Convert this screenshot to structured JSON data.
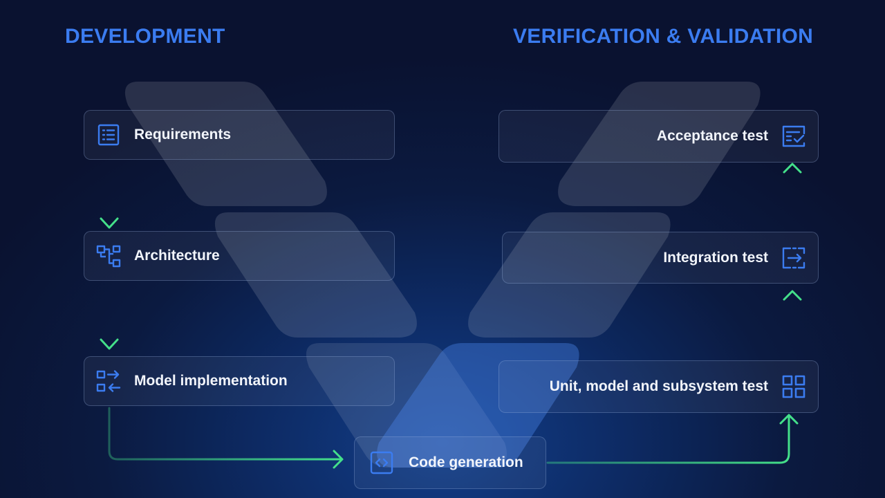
{
  "headings": {
    "development": "DEVELOPMENT",
    "verification": "VERIFICATION & VALIDATION"
  },
  "development_steps": [
    {
      "label": "Requirements",
      "icon": "list-icon"
    },
    {
      "label": "Architecture",
      "icon": "hierarchy-icon"
    },
    {
      "label": "Model implementation",
      "icon": "swap-arrows-icon"
    }
  ],
  "code_step": {
    "label": "Code generation",
    "icon": "code-icon"
  },
  "verification_steps": [
    {
      "label": "Acceptance test",
      "icon": "checklist-icon"
    },
    {
      "label": "Integration test",
      "icon": "integration-icon"
    },
    {
      "label": "Unit, model and subsystem test",
      "icon": "grid-icon"
    }
  ],
  "colors": {
    "heading": "#3b7cf0",
    "icon": "#3b7cf0",
    "arrow": "#44e08a",
    "background": "#0a1230"
  }
}
